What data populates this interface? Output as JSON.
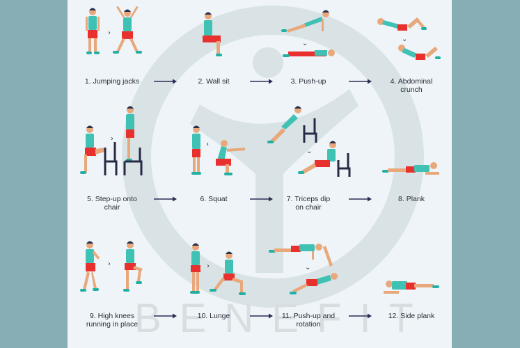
{
  "brand": "BENEFIT",
  "colors": {
    "frame": "#87aeb5",
    "panel": "#eef4f7",
    "shirt": "#3fc1b4",
    "shorts": "#e8302e",
    "skin": "#e8a87c",
    "hair": "#2a2f4a",
    "shoes": "#23b0a4",
    "arrow": "#2b2d55",
    "chair": "#262a44",
    "watermark": "#d6dedf"
  },
  "exercises": [
    {
      "id": 1,
      "label": "1. Jumping jacks",
      "line2": ""
    },
    {
      "id": 2,
      "label": "2. Wall sit",
      "line2": ""
    },
    {
      "id": 3,
      "label": "3. Push-up",
      "line2": ""
    },
    {
      "id": 4,
      "label": "4. Abdominal",
      "line2": "crunch"
    },
    {
      "id": 5,
      "label": "5. Step-up onto",
      "line2": "chair"
    },
    {
      "id": 6,
      "label": "6. Squat",
      "line2": ""
    },
    {
      "id": 7,
      "label": "7. Triceps dip",
      "line2": "on chair"
    },
    {
      "id": 8,
      "label": "8. Plank",
      "line2": ""
    },
    {
      "id": 9,
      "label": "9. High knees",
      "line2": "running in place"
    },
    {
      "id": 10,
      "label": "10. Lunge",
      "line2": ""
    },
    {
      "id": 11,
      "label": "11. Push-up and",
      "line2": "rotation"
    },
    {
      "id": 12,
      "label": "12. Side plank",
      "line2": ""
    }
  ]
}
